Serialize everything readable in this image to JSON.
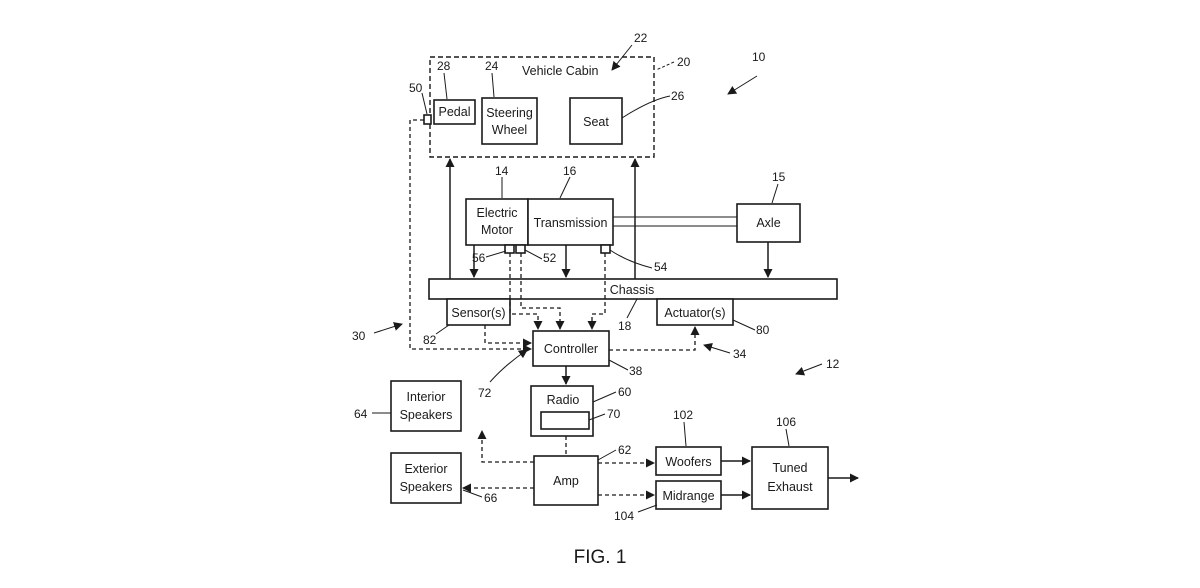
{
  "blocks": {
    "vehicle_cabin": "Vehicle Cabin",
    "pedal": "Pedal",
    "steering_wheel": [
      "Steering",
      "Wheel"
    ],
    "seat": "Seat",
    "electric_motor": [
      "Electric",
      "Motor"
    ],
    "transmission": "Transmission",
    "axle": "Axle",
    "chassis": "Chassis",
    "sensors": "Sensor(s)",
    "actuators": "Actuator(s)",
    "controller": "Controller",
    "radio": "Radio",
    "interior_speakers": [
      "Interior",
      "Speakers"
    ],
    "exterior_speakers": [
      "Exterior",
      "Speakers"
    ],
    "amp": "Amp",
    "woofers": "Woofers",
    "midrange": "Midrange",
    "tuned_exhaust": [
      "Tuned",
      "Exhaust"
    ]
  },
  "refs": {
    "r10": "10",
    "r12": "12",
    "r14": "14",
    "r15": "15",
    "r16": "16",
    "r18": "18",
    "r20": "20",
    "r22": "22",
    "r24": "24",
    "r26": "26",
    "r28": "28",
    "r30": "30",
    "r34": "34",
    "r38": "38",
    "r50": "50",
    "r52": "52",
    "r54": "54",
    "r56": "56",
    "r60": "60",
    "r62": "62",
    "r64": "64",
    "r66": "66",
    "r70": "70",
    "r72": "72",
    "r80": "80",
    "r82": "82",
    "r102": "102",
    "r104": "104",
    "r106": "106"
  },
  "figure_label": "FIG. 1"
}
